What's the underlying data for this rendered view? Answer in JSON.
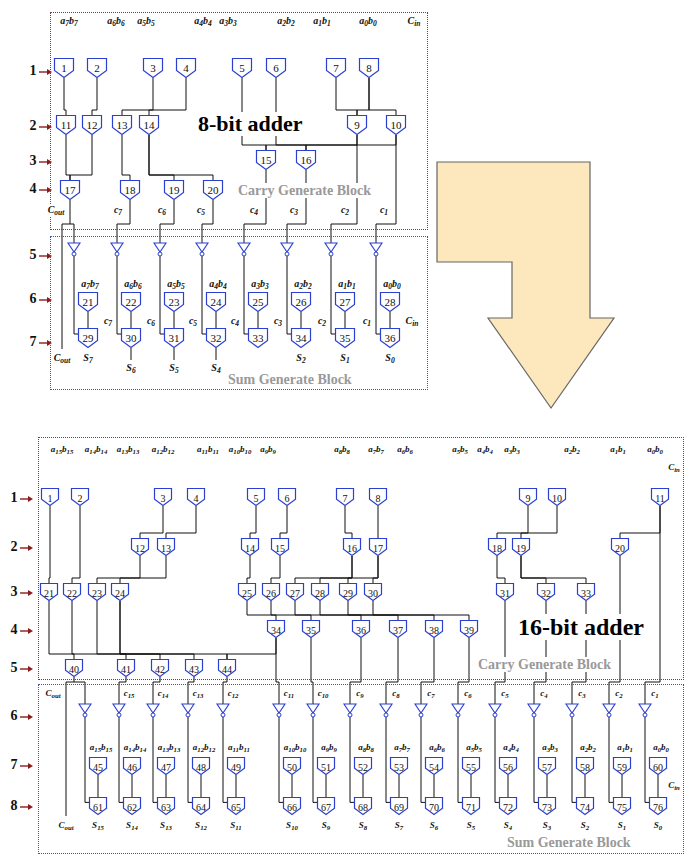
{
  "diagram": {
    "nodes": [
      {
        "text": [
          "8-bit adder",
          "Carry Generate Block"
        ]
      },
      {
        "text": [
          "1"
        ],
        "in": 0
      },
      {
        "text": [
          "2"
        ],
        "in": 0
      },
      {
        "text": [
          "3"
        ],
        "in": 0
      },
      {
        "text": [
          "4"
        ],
        "in": 0
      },
      {
        "text": [
          "5"
        ],
        "in": 0
      },
      {
        "text": [
          "6"
        ],
        "in": 0
      },
      {
        "text": [
          "7"
        ],
        "in": 0
      },
      {
        "text": [
          "8"
        ],
        "in": 0
      },
      {
        "text": [
          "9"
        ],
        "in": 0
      },
      {
        "text": [
          "10"
        ],
        "in": 0
      },
      {
        "text": [
          "11"
        ],
        "in": 0
      },
      {
        "text": [
          "12"
        ],
        "in": 0
      },
      {
        "text": [
          "13"
        ],
        "in": 0
      },
      {
        "text": [
          "14"
        ],
        "in": 0
      },
      {
        "text": [
          "15"
        ],
        "in": 0
      },
      {
        "text": [
          "16"
        ],
        "in": 0
      },
      {
        "text": [
          "17"
        ],
        "in": 0
      },
      {
        "text": [
          "18"
        ],
        "in": 0
      },
      {
        "text": [
          "19"
        ],
        "in": 0
      },
      {
        "text": [
          "20"
        ],
        "in": 0
      },
      {
        "text": [
          "Sum Generate Block"
        ]
      },
      {
        "text": [
          "21"
        ],
        "in": 21
      },
      {
        "text": [
          "22"
        ],
        "in": 21
      },
      {
        "text": [
          "23"
        ],
        "in": 21
      },
      {
        "text": [
          "24"
        ],
        "in": 21
      },
      {
        "text": [
          "25"
        ],
        "in": 21
      },
      {
        "text": [
          "26"
        ],
        "in": 21
      },
      {
        "text": [
          "27"
        ],
        "in": 21
      },
      {
        "text": [
          "28"
        ],
        "in": 21
      },
      {
        "text": [
          "29"
        ],
        "in": 21
      },
      {
        "text": [
          "30"
        ],
        "in": 21
      },
      {
        "text": [
          "31"
        ],
        "in": 21
      },
      {
        "text": [
          "32"
        ],
        "in": 21
      },
      {
        "text": [
          "33"
        ],
        "in": 21
      },
      {
        "text": [
          "34"
        ],
        "in": 21
      },
      {
        "text": [
          "35"
        ],
        "in": 21
      },
      {
        "text": [
          "36"
        ],
        "in": 21
      },
      {
        "text": [
          "16-bit adder",
          "Carry Generate Block"
        ]
      },
      {
        "text": [
          "1"
        ],
        "in": 38
      },
      {
        "text": [
          "2"
        ],
        "in": 38
      },
      {
        "text": [
          "3"
        ],
        "in": 38
      },
      {
        "text": [
          "4"
        ],
        "in": 38
      },
      {
        "text": [
          "5"
        ],
        "in": 38
      },
      {
        "text": [
          "6"
        ],
        "in": 38
      },
      {
        "text": [
          "7"
        ],
        "in": 38
      },
      {
        "text": [
          "8"
        ],
        "in": 38
      },
      {
        "text": [
          "9"
        ],
        "in": 38
      },
      {
        "text": [
          "10"
        ],
        "in": 38
      },
      {
        "text": [
          "11"
        ],
        "in": 38
      },
      {
        "text": [
          "12"
        ],
        "in": 38
      },
      {
        "text": [
          "13"
        ],
        "in": 38
      },
      {
        "text": [
          "14"
        ],
        "in": 38
      },
      {
        "text": [
          "15"
        ],
        "in": 38
      },
      {
        "text": [
          "16"
        ],
        "in": 38
      },
      {
        "text": [
          "17"
        ],
        "in": 38
      },
      {
        "text": [
          "18"
        ],
        "in": 38
      },
      {
        "text": [
          "19"
        ],
        "in": 38
      },
      {
        "text": [
          "20"
        ],
        "in": 38
      },
      {
        "text": [
          "21"
        ],
        "in": 38
      },
      {
        "text": [
          "22"
        ],
        "in": 38
      },
      {
        "text": [
          "23"
        ],
        "in": 38
      },
      {
        "text": [
          "24"
        ],
        "in": 38
      },
      {
        "text": [
          "25"
        ],
        "in": 38
      },
      {
        "text": [
          "26"
        ],
        "in": 38
      },
      {
        "text": [
          "27"
        ],
        "in": 38
      },
      {
        "text": [
          "28"
        ],
        "in": 38
      },
      {
        "text": [
          "29"
        ],
        "in": 38
      },
      {
        "text": [
          "30"
        ],
        "in": 38
      },
      {
        "text": [
          "31"
        ],
        "in": 38
      },
      {
        "text": [
          "32"
        ],
        "in": 38
      },
      {
        "text": [
          "33"
        ],
        "in": 38
      },
      {
        "text": [
          "34"
        ],
        "in": 38
      },
      {
        "text": [
          "35"
        ],
        "in": 38
      },
      {
        "text": [
          "36"
        ],
        "in": 38
      },
      {
        "text": [
          "37"
        ],
        "in": 38
      },
      {
        "text": [
          "38"
        ],
        "in": 38
      },
      {
        "text": [
          "39"
        ],
        "in": 38
      },
      {
        "text": [
          "40"
        ],
        "in": 38
      },
      {
        "text": [
          "41"
        ],
        "in": 38
      },
      {
        "text": [
          "42"
        ],
        "in": 38
      },
      {
        "text": [
          "43"
        ],
        "in": 38
      },
      {
        "text": [
          "44"
        ],
        "in": 38
      },
      {
        "text": [
          "Sum Generate Block"
        ]
      },
      {
        "text": [
          "45"
        ],
        "in": 83
      },
      {
        "text": [
          "46"
        ],
        "in": 83
      },
      {
        "text": [
          "47"
        ],
        "in": 83
      },
      {
        "text": [
          "48"
        ],
        "in": 83
      },
      {
        "text": [
          "49"
        ],
        "in": 83
      },
      {
        "text": [
          "50"
        ],
        "in": 83
      },
      {
        "text": [
          "51"
        ],
        "in": 83
      },
      {
        "text": [
          "52"
        ],
        "in": 83
      },
      {
        "text": [
          "53"
        ],
        "in": 83
      },
      {
        "text": [
          "54"
        ],
        "in": 83
      },
      {
        "text": [
          "55"
        ],
        "in": 83
      },
      {
        "text": [
          "56"
        ],
        "in": 83
      },
      {
        "text": [
          "57"
        ],
        "in": 83
      },
      {
        "text": [
          "58"
        ],
        "in": 83
      },
      {
        "text": [
          "59"
        ],
        "in": 83
      },
      {
        "text": [
          "60"
        ],
        "in": 83
      },
      {
        "text": [
          "61"
        ],
        "in": 83
      },
      {
        "text": [
          "62"
        ],
        "in": 83
      },
      {
        "text": [
          "63"
        ],
        "in": 83
      },
      {
        "text": [
          "64"
        ],
        "in": 83
      },
      {
        "text": [
          "65"
        ],
        "in": 83
      },
      {
        "text": [
          "66"
        ],
        "in": 83
      },
      {
        "text": [
          "67"
        ],
        "in": 83
      },
      {
        "text": [
          "68"
        ],
        "in": 83
      },
      {
        "text": [
          "69"
        ],
        "in": 83
      },
      {
        "text": [
          "70"
        ],
        "in": 83
      },
      {
        "text": [
          "71"
        ],
        "in": 83
      },
      {
        "text": [
          "72"
        ],
        "in": 83
      },
      {
        "text": [
          "73"
        ],
        "in": 83
      },
      {
        "text": [
          "74"
        ],
        "in": 83
      },
      {
        "text": [
          "75"
        ],
        "in": 83
      },
      {
        "text": [
          "76"
        ],
        "in": 83
      }
    ],
    "edges": [
      {
        "from": 1,
        "to": 11,
        "arrow": "none"
      },
      {
        "from": 2,
        "to": 12,
        "arrow": "none"
      },
      {
        "from": 3,
        "to": 13,
        "arrow": "none"
      },
      {
        "from": 4,
        "to": 14,
        "arrow": "none"
      },
      {
        "from": 7,
        "to": 9,
        "arrow": "none"
      },
      {
        "from": 8,
        "to": 9,
        "arrow": "none"
      },
      {
        "from": 8,
        "to": 10,
        "arrow": "none"
      },
      {
        "from": 5,
        "to": 15,
        "arrow": "none"
      },
      {
        "from": 9,
        "to": 15,
        "arrow": "none"
      },
      {
        "from": 6,
        "to": 16,
        "arrow": "none"
      },
      {
        "from": 10,
        "to": 16,
        "arrow": "none"
      },
      {
        "from": 11,
        "to": 17,
        "arrow": "none"
      },
      {
        "from": 12,
        "to": 17,
        "arrow": "none"
      },
      {
        "from": 13,
        "to": 18,
        "arrow": "none"
      },
      {
        "from": 14,
        "to": 19,
        "arrow": "none"
      },
      {
        "from": 14,
        "to": 20,
        "arrow": "none"
      },
      {
        "from": 17,
        "to": 30,
        "arrow": "none"
      },
      {
        "from": 18,
        "to": 31,
        "arrow": "none"
      },
      {
        "from": 19,
        "to": 32,
        "arrow": "none"
      },
      {
        "from": 20,
        "to": 33,
        "arrow": "none"
      },
      {
        "from": 15,
        "to": 34,
        "arrow": "none"
      },
      {
        "from": 16,
        "to": 35,
        "arrow": "none"
      },
      {
        "from": 9,
        "to": 36,
        "arrow": "none"
      },
      {
        "from": 10,
        "to": 37,
        "arrow": "none"
      },
      {
        "from": 22,
        "to": 30,
        "arrow": "none"
      },
      {
        "from": 23,
        "to": 31,
        "arrow": "none"
      },
      {
        "from": 24,
        "to": 32,
        "arrow": "none"
      },
      {
        "from": 25,
        "to": 33,
        "arrow": "none"
      },
      {
        "from": 26,
        "to": 34,
        "arrow": "none"
      },
      {
        "from": 27,
        "to": 35,
        "arrow": "none"
      },
      {
        "from": 28,
        "to": 36,
        "arrow": "none"
      },
      {
        "from": 29,
        "to": 37,
        "arrow": "none"
      },
      {
        "from": 41,
        "to": 50,
        "arrow": "none"
      },
      {
        "from": 42,
        "to": 51,
        "arrow": "none"
      },
      {
        "from": 43,
        "to": 52,
        "arrow": "none"
      },
      {
        "from": 44,
        "to": 53,
        "arrow": "none"
      },
      {
        "from": 45,
        "to": 54,
        "arrow": "none"
      },
      {
        "from": 46,
        "to": 55,
        "arrow": "none"
      },
      {
        "from": 47,
        "to": 56,
        "arrow": "none"
      },
      {
        "from": 48,
        "to": 57,
        "arrow": "none"
      },
      {
        "from": 49,
        "to": 58,
        "arrow": "none"
      },
      {
        "from": 39,
        "to": 59,
        "arrow": "none"
      },
      {
        "from": 40,
        "to": 60,
        "arrow": "none"
      },
      {
        "from": 50,
        "to": 61,
        "arrow": "none"
      },
      {
        "from": 51,
        "to": 62,
        "arrow": "none"
      },
      {
        "from": 52,
        "to": 63,
        "arrow": "none"
      },
      {
        "from": 53,
        "to": 64,
        "arrow": "none"
      },
      {
        "from": 54,
        "to": 65,
        "arrow": "none"
      },
      {
        "from": 55,
        "to": 66,
        "arrow": "none"
      },
      {
        "from": 54,
        "to": 67,
        "arrow": "none"
      },
      {
        "from": 55,
        "to": 68,
        "arrow": "none"
      },
      {
        "from": 56,
        "to": 69,
        "arrow": "none"
      },
      {
        "from": 57,
        "to": 70,
        "arrow": "none"
      },
      {
        "from": 57,
        "to": 71,
        "arrow": "none"
      },
      {
        "from": 63,
        "to": 72,
        "arrow": "none"
      },
      {
        "from": 64,
        "to": 73,
        "arrow": "none"
      },
      {
        "from": 65,
        "to": 74,
        "arrow": "none"
      },
      {
        "from": 66,
        "to": 75,
        "arrow": "none"
      },
      {
        "from": 67,
        "to": 76,
        "arrow": "none"
      },
      {
        "from": 68,
        "to": 77,
        "arrow": "none"
      },
      {
        "from": 59,
        "to": 78,
        "arrow": "none"
      },
      {
        "from": 60,
        "to": 79,
        "arrow": "none"
      },
      {
        "from": 61,
        "to": 80,
        "arrow": "none"
      },
      {
        "from": 62,
        "to": 81,
        "arrow": "none"
      },
      {
        "from": 62,
        "to": 82,
        "arrow": "none"
      },
      {
        "from": 72,
        "to": 82,
        "arrow": "none"
      },
      {
        "from": 78,
        "to": 100,
        "arrow": "none"
      },
      {
        "from": 79,
        "to": 101,
        "arrow": "none"
      },
      {
        "from": 80,
        "to": 102,
        "arrow": "none"
      },
      {
        "from": 81,
        "to": 103,
        "arrow": "none"
      },
      {
        "from": 82,
        "to": 104,
        "arrow": "none"
      },
      {
        "from": 72,
        "to": 105,
        "arrow": "none"
      },
      {
        "from": 73,
        "to": 106,
        "arrow": "none"
      },
      {
        "from": 74,
        "to": 107,
        "arrow": "none"
      },
      {
        "from": 75,
        "to": 108,
        "arrow": "none"
      },
      {
        "from": 76,
        "to": 109,
        "arrow": "none"
      },
      {
        "from": 77,
        "to": 110,
        "arrow": "none"
      },
      {
        "from": 69,
        "to": 111,
        "arrow": "none"
      },
      {
        "from": 70,
        "to": 112,
        "arrow": "none"
      },
      {
        "from": 71,
        "to": 113,
        "arrow": "none"
      },
      {
        "from": 58,
        "to": 114,
        "arrow": "none"
      },
      {
        "from": 49,
        "to": 115,
        "arrow": "none"
      },
      {
        "from": 84,
        "to": 100,
        "arrow": "none"
      },
      {
        "from": 85,
        "to": 101,
        "arrow": "none"
      },
      {
        "from": 86,
        "to": 102,
        "arrow": "none"
      },
      {
        "from": 87,
        "to": 103,
        "arrow": "none"
      },
      {
        "from": 88,
        "to": 104,
        "arrow": "none"
      },
      {
        "from": 89,
        "to": 105,
        "arrow": "none"
      },
      {
        "from": 90,
        "to": 106,
        "arrow": "none"
      },
      {
        "from": 91,
        "to": 107,
        "arrow": "none"
      },
      {
        "from": 92,
        "to": 108,
        "arrow": "none"
      },
      {
        "from": 93,
        "to": 109,
        "arrow": "none"
      },
      {
        "from": 94,
        "to": 110,
        "arrow": "none"
      },
      {
        "from": 95,
        "to": 111,
        "arrow": "none"
      },
      {
        "from": 96,
        "to": 112,
        "arrow": "none"
      },
      {
        "from": 97,
        "to": 113,
        "arrow": "none"
      },
      {
        "from": 98,
        "to": 114,
        "arrow": "none"
      },
      {
        "from": 99,
        "to": 115,
        "arrow": "none"
      }
    ],
    "labels": [
      "1",
      "2",
      "3",
      "4",
      "5",
      "6",
      "7",
      "a7b7",
      "a6b6",
      "a5b5",
      "a4b4",
      "a3b3",
      "a2b2",
      "a1b1",
      "a0b0",
      "Cin",
      "Cout",
      "c7",
      "c6",
      "c5",
      "c4",
      "c3",
      "c2",
      "c1",
      "a7b7",
      "a6b6",
      "a5b5",
      "a4b4",
      "a3b3",
      "a2b2",
      "a1b1",
      "a0b0",
      "c7",
      "c6",
      "c5",
      "c4",
      "c3",
      "c2",
      "c1",
      "Cin",
      "Cout",
      "S7",
      "S6",
      "S5",
      "S4",
      "S2",
      "S1",
      "S0",
      "1",
      "2",
      "3",
      "4",
      "5",
      "6",
      "7",
      "8",
      "a15b15",
      "a14b14",
      "a13b13",
      "a12b12",
      "a11b11",
      "a10b10",
      "a9b9",
      "a8b8",
      "a7b7",
      "a6b6",
      "a5b5",
      "a4b4",
      "a3b3",
      "a2b2",
      "a1b1",
      "a0b0",
      "Cin",
      "Cout",
      "c15",
      "c14",
      "c13",
      "c12",
      "c11",
      "c10",
      "c9",
      "c8",
      "c7",
      "c6",
      "c5",
      "c4",
      "c3",
      "c2",
      "c1",
      "a15b15",
      "a14b14",
      "a13b13",
      "a12b12",
      "a11b11",
      "a10b10",
      "a9b9",
      "a8b8",
      "a7b7",
      "a6b6",
      "a5b5",
      "a4b4",
      "a3b3",
      "a2b2",
      "a1b1",
      "a0b0",
      "Cin",
      "Cout",
      "S15",
      "S14",
      "S13",
      "S12",
      "S11",
      "S10",
      "S9",
      "S8",
      "S7",
      "S6",
      "S5",
      "S4",
      "S3",
      "S2",
      "S1",
      "S0"
    ]
  }
}
